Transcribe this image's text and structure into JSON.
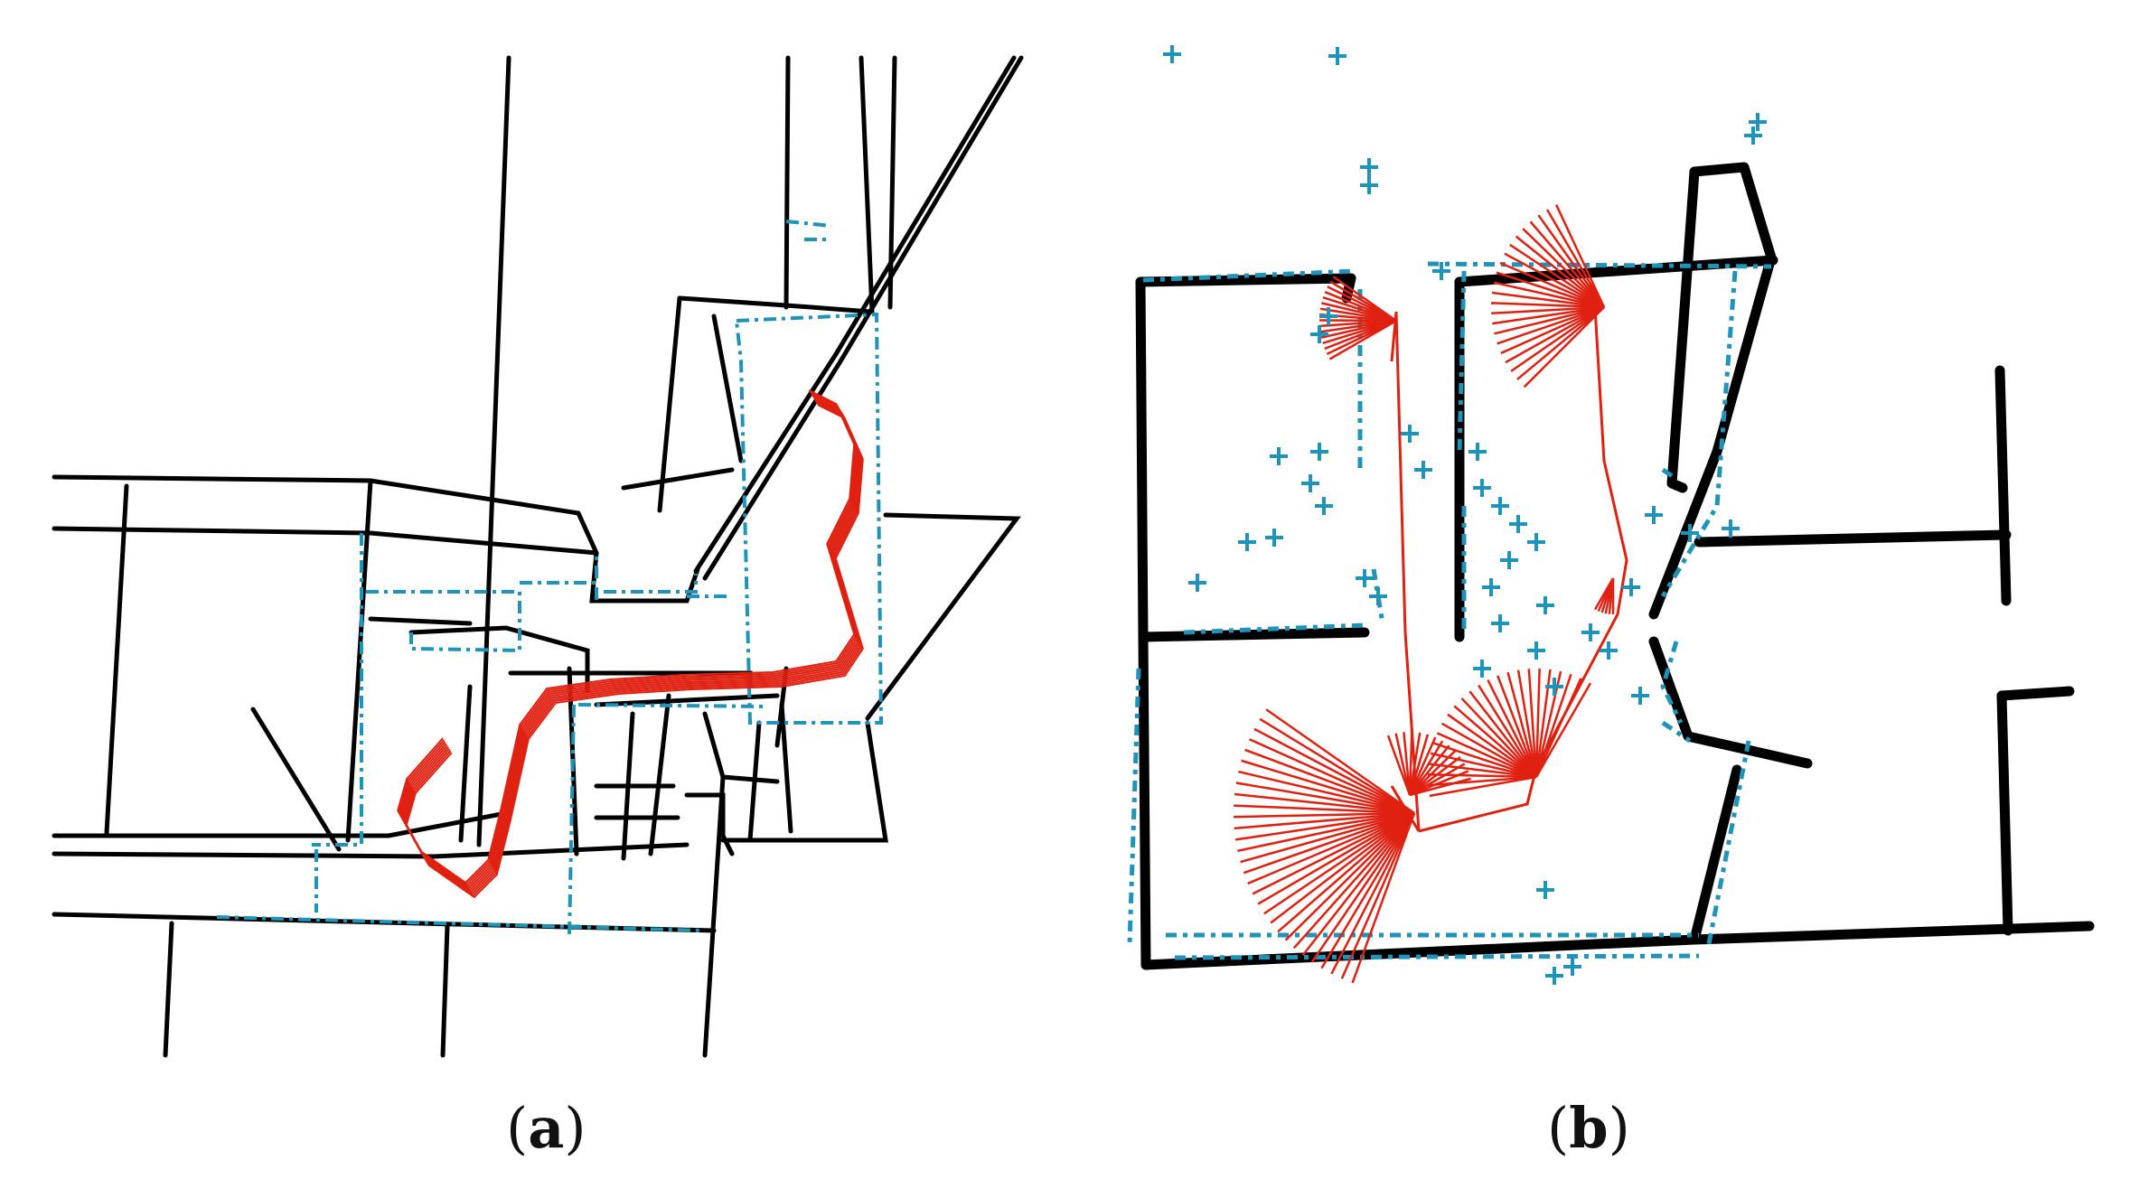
{
  "figure": {
    "colors": {
      "walls": "#000000",
      "scan_points": "#1f93b8",
      "trajectory": "#e02010",
      "background": "#ffffff"
    },
    "panels": [
      {
        "id": "a",
        "label_open": "(",
        "label_letter": "a",
        "label_close": ")"
      },
      {
        "id": "b",
        "label_open": "(",
        "label_letter": "b",
        "label_close": ")"
      }
    ]
  }
}
